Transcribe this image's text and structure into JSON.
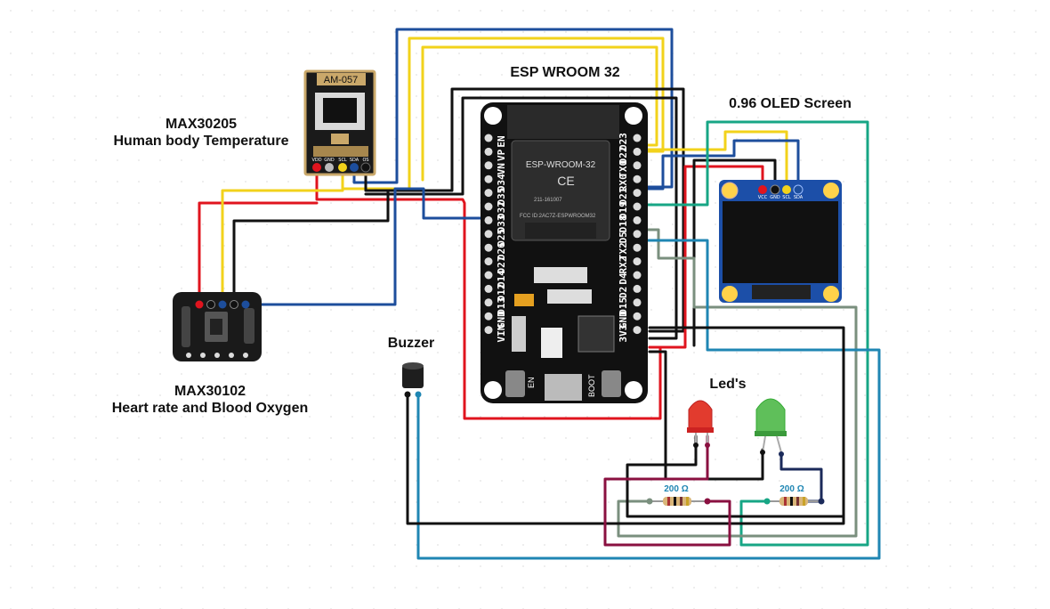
{
  "labels": {
    "esp": "ESP WROOM 32",
    "oled": "0.96 OLED Screen",
    "max30205_line1": "MAX30205",
    "max30205_line2": "Human body Temperature",
    "max30102_line1": "MAX30102",
    "max30102_line2": "Heart rate and Blood Oxygen",
    "buzzer": "Buzzer",
    "leds": "Led's"
  },
  "temp_sensor": {
    "marking": "AM-057",
    "pins": [
      "VDD",
      "GND",
      "SCL",
      "SDA",
      "OS"
    ]
  },
  "esp_board": {
    "module_text": "ESP-WROOM-32",
    "fcc_text": "FCC ID:2AC7Z-ESPWROOM32",
    "id_text": "211-161007",
    "left_pins": [
      "EN",
      "VP",
      "VN",
      "D34",
      "D35",
      "D32",
      "D33",
      "D25",
      "D26",
      "D27",
      "D14",
      "D12",
      "D13",
      "GND",
      "VIN"
    ],
    "right_pins": [
      "D23",
      "D22",
      "TX0",
      "RX0",
      "D21",
      "D19",
      "D18",
      "D5",
      "TX2",
      "RX2",
      "D4",
      "D2",
      "D15",
      "GND",
      "3V3"
    ],
    "en_button": "EN",
    "boot_button": "BOOT"
  },
  "oled_pins": [
    "GND",
    "VCC",
    "SCL",
    "SDA"
  ],
  "resistors": {
    "r1": "200 Ω",
    "r2": "200 Ω"
  },
  "colors": {
    "red": "#e0141e",
    "black": "#111111",
    "yellow": "#f2d21b",
    "blue": "#1d4e9c",
    "teal": "#17a685",
    "gray": "#7a8f7e",
    "maroon": "#8a1040",
    "lightblue": "#1f86b3",
    "board": "#111111"
  }
}
